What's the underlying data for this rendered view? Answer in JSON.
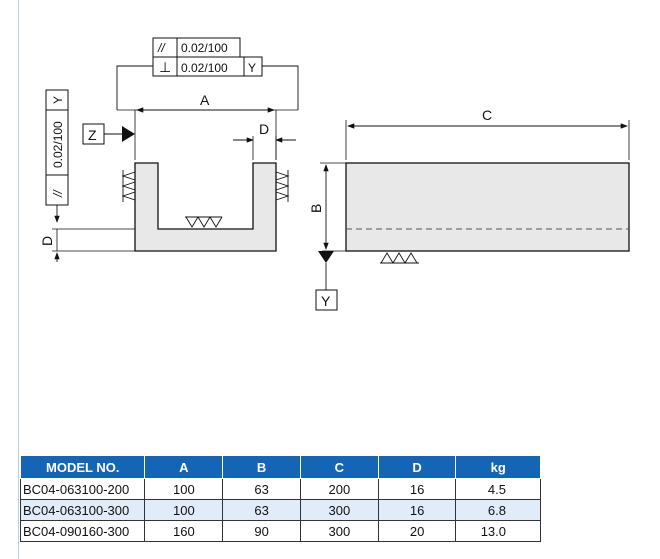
{
  "drawing": {
    "tol_parallel_top": "0.02/100",
    "tol_perp": "0.02/100",
    "tol_perp_ref": "Y",
    "tol_parallel_side": "0.02/100",
    "tol_parallel_side_ref": "Y",
    "label_a": "A",
    "label_b": "B",
    "label_c": "C",
    "label_d_top": "D",
    "label_d_side": "D",
    "datum_z": "Z",
    "datum_y": "Y",
    "sym_parallel": "//",
    "sym_perp": "⊥"
  },
  "table": {
    "headers": [
      "MODEL NO.",
      "A",
      "B",
      "C",
      "D",
      "kg"
    ],
    "rows": [
      {
        "model": "BC04-063100-200",
        "a": "100",
        "b": "63",
        "c": "200",
        "d": "16",
        "kg": "4.5"
      },
      {
        "model": "BC04-063100-300",
        "a": "100",
        "b": "63",
        "c": "300",
        "d": "16",
        "kg": "6.8"
      },
      {
        "model": "BC04-090160-300",
        "a": "160",
        "b": "90",
        "c": "300",
        "d": "20",
        "kg": "13.0"
      }
    ]
  },
  "colors": {
    "header_bg": "#1565b6",
    "alt_row_bg": "#e0ecf8",
    "part_fill": "#e8e8e8"
  }
}
